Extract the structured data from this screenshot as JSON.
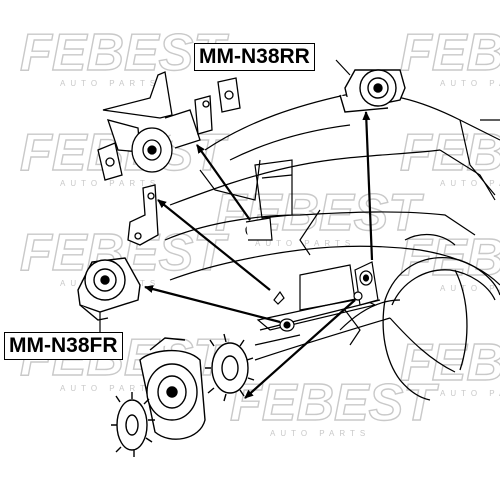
{
  "labels": {
    "rear": "MM-N38RR",
    "front": "MM-N38FR"
  },
  "watermark": {
    "brand": "FEBEST",
    "sub": "AUTO PARTS"
  },
  "colors": {
    "line": "#000000",
    "watermark": "#c9c9c9",
    "background": "#ffffff"
  }
}
